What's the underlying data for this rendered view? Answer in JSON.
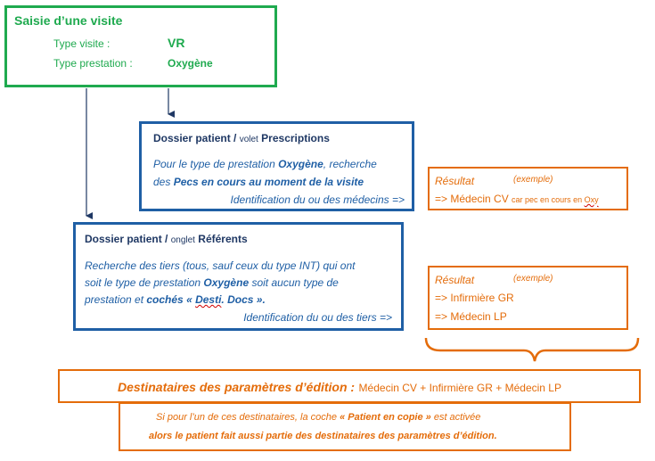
{
  "saisie": {
    "title": "Saisie d’une visite",
    "type_visite_label": "Type visite :",
    "type_visite_value": "VR",
    "type_prestation_label": "Type prestation :",
    "type_prestation_value": "Oxygène"
  },
  "prescriptions": {
    "head_bold": "Dossier patient /",
    "head_small": "volet",
    "head_end": "Prescriptions",
    "l1_a": "Pour le type de prestation ",
    "l1_b": "Oxygène",
    "l1_c": ",  recherche",
    "l2_a": "des ",
    "l2_b": "Pecs en cours au moment de la visite",
    "l3": "Identification du ou des médecins =>"
  },
  "result1": {
    "title": "Résultat",
    "example": "(exemple)",
    "line_a": "=> Médecin CV ",
    "line_small": "car pec en cours en ",
    "line_oxy": "Oxy"
  },
  "referents": {
    "head_bold": "Dossier patient /",
    "head_small": "onglet",
    "head_end": "Référents",
    "l1": "Recherche des tiers (tous, sauf ceux du type INT) qui ont",
    "l2_a": "soit le type de prestation ",
    "l2_b": "Oxygène",
    "l2_c": " soit aucun type de",
    "l3_a": "prestation et ",
    "l3_b": "cochés « ",
    "l3_c": "Desti",
    "l3_d": ". Docs ».",
    "l4": "Identification du ou des tiers =>"
  },
  "result2": {
    "title": "Résultat",
    "example": "(exemple)",
    "line1": "=> Infirmière  GR",
    "line2": "=> Médecin  LP"
  },
  "destinataires": {
    "title": "Destinataires des paramètres d’édition :",
    "list": "Médecin CV + Infirmière GR + Médecin LP"
  },
  "note": {
    "l1_a": "Si pour l’un de ces destinataires,  la coche ",
    "l1_b": "« Patient  en copie »",
    "l1_c": " est activée",
    "l2": "alors le patient  fait  aussi partie des destinataires  des paramètres  d’édition."
  },
  "colors": {
    "green": "#1faa4f",
    "blue": "#1f5fa5",
    "navy": "#1f3864",
    "orange": "#e46c0a"
  }
}
